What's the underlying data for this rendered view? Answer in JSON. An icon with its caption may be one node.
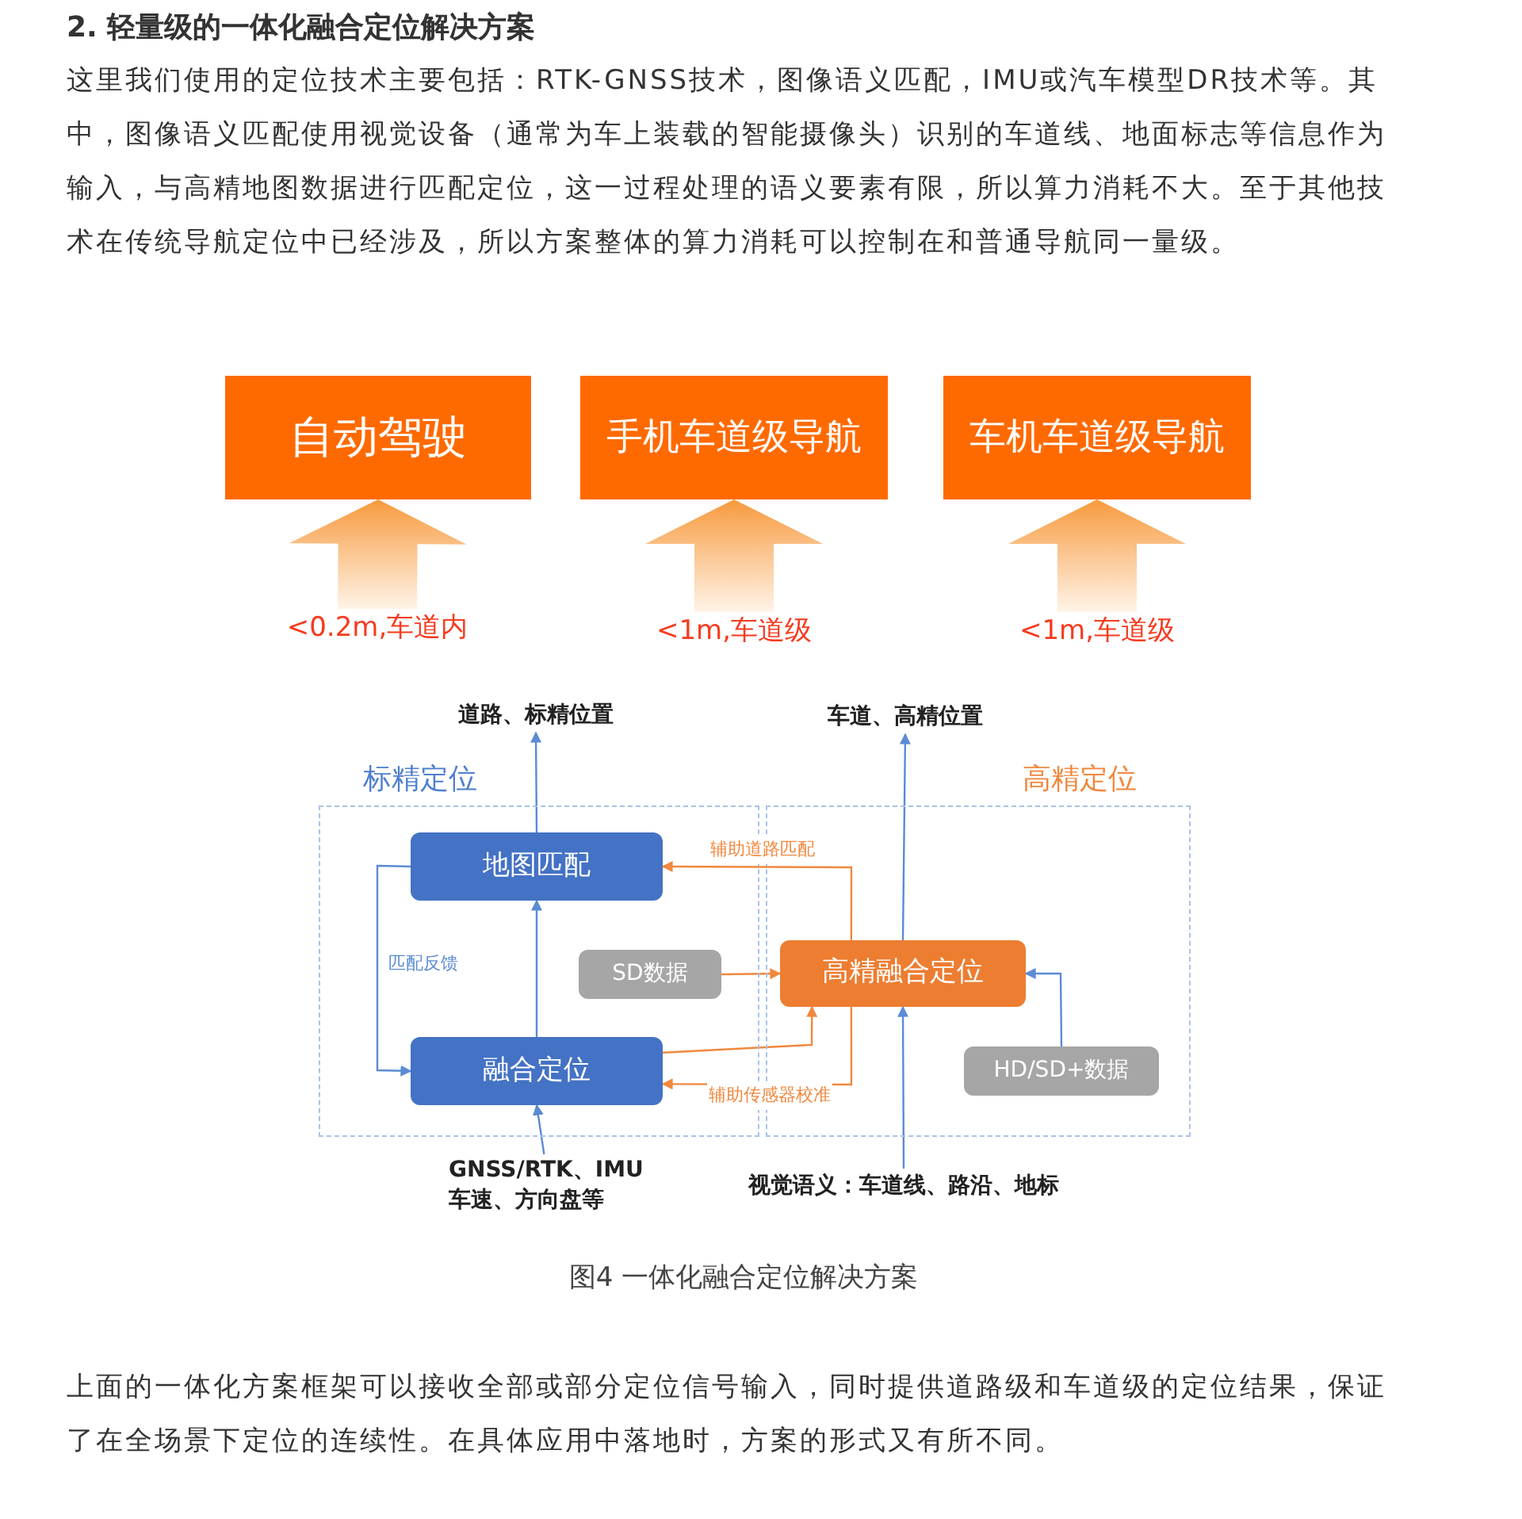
{
  "diagram": {
    "title": "2. 轻量级的一体化融合定位解决方案",
    "caption": "图4 一体化融合定位解决方案",
    "nodes": [
      {
        "text": [
          "自动驾驶"
        ]
      },
      {
        "text": [
          "手机车道级导航"
        ]
      },
      {
        "text": [
          "车机车道级导航"
        ]
      },
      {
        "text": [
          "<0.2m,车道内"
        ]
      },
      {
        "text": [
          "<1m,车道级"
        ]
      },
      {
        "text": [
          "<1m,车道级"
        ]
      },
      {
        "text": [
          "标精定位"
        ]
      },
      {
        "text": [
          "高精定位"
        ]
      },
      {
        "text": [
          "地图匹配"
        ],
        "in": 6
      },
      {
        "text": [
          "融合定位"
        ],
        "in": 6
      },
      {
        "text": [
          "SD数据"
        ],
        "in": 6
      },
      {
        "text": [
          "高精融合定位"
        ],
        "in": 7
      },
      {
        "text": [
          "HD/SD+数据"
        ],
        "in": 7
      },
      {
        "text": [
          "道路、标精位置"
        ]
      },
      {
        "text": [
          "车道、高精位置"
        ]
      },
      {
        "text": [
          "GNSS/RTK、IMU 车速、方向盘等"
        ]
      },
      {
        "text": [
          "视觉语义：车道线、路沿、地标"
        ]
      }
    ],
    "edges": [
      {
        "from": 3,
        "to": 0,
        "arrow": "to",
        "style": "thick",
        "color": "#f9a24f"
      },
      {
        "from": 4,
        "to": 1,
        "arrow": "to",
        "style": "thick",
        "color": "#f9a24f"
      },
      {
        "from": 5,
        "to": 2,
        "arrow": "to",
        "style": "thick",
        "color": "#f9a24f"
      },
      {
        "from": 8,
        "to": 13,
        "arrow": "to"
      },
      {
        "from": 9,
        "to": 8,
        "arrow": "to"
      },
      {
        "from": 8,
        "to": 9,
        "arrow": "to",
        "label": "匹配反馈"
      },
      {
        "from": 15,
        "to": 9,
        "arrow": "to"
      },
      {
        "from": 10,
        "to": 11,
        "arrow": "to",
        "color": "#f0883e"
      },
      {
        "from": 9,
        "to": 11,
        "arrow": "to",
        "color": "#f0883e"
      },
      {
        "from": 11,
        "to": 8,
        "arrow": "to",
        "label": "辅助道路匹配",
        "color": "#f0883e"
      },
      {
        "from": 11,
        "to": 9,
        "arrow": "to",
        "label": "辅助传感器校准",
        "color": "#f0883e"
      },
      {
        "from": 11,
        "to": 14,
        "arrow": "to"
      },
      {
        "from": 16,
        "to": 11,
        "arrow": "to"
      },
      {
        "from": 12,
        "to": 11,
        "arrow": "to"
      }
    ],
    "labels": [
      "这里我们使用的定位技术主要包括：RTK-GNSS技术，图像语义匹配，IMU或汽车模型DR技术等。其中，图像语义匹配使用视觉设备（通常为车上装载的智能摄像头）识别的车道线、地面标志等信息作为输入，与高精地图数据进行匹配定位，这一过程处理的语义要素有限，所以算力消耗不大。至于其他技术在传统导航定位中已经涉及，所以方案整体的算力消耗可以控制在和普通导航同一量级。",
      "上面的一体化方案框架可以接收全部或部分定位信号输入，同时提供道路级和车道级的定位结果，保证了在全场景下定位的连续性。在具体应用中落地时，方案的形式又有所不同。"
    ]
  }
}
